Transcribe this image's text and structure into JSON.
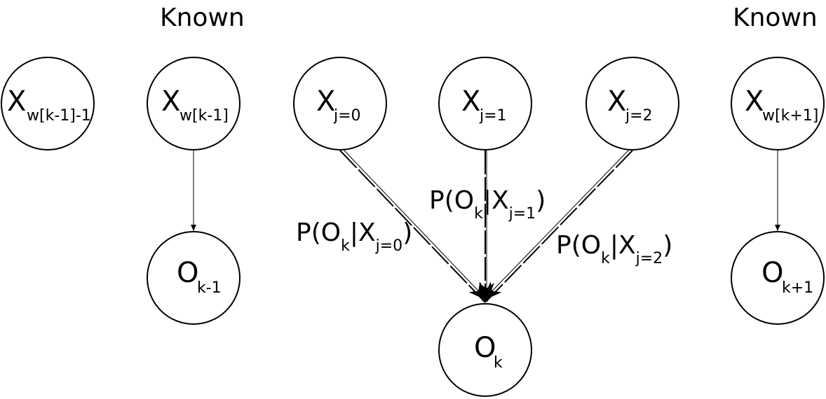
{
  "known_labels": [
    "Known",
    "Known"
  ],
  "nodes": {
    "x_prev_prev": {
      "main": "X",
      "sub": "w[k-1]-1"
    },
    "x_prev": {
      "main": "X",
      "sub": "w[k-1]"
    },
    "x_j0": {
      "main": "X",
      "sub": "j=0"
    },
    "x_j1": {
      "main": "X",
      "sub": "j=1"
    },
    "x_j2": {
      "main": "X",
      "sub": "j=2"
    },
    "x_next": {
      "main": "X",
      "sub": "w[k+1]"
    },
    "o_prev": {
      "main": "O",
      "sub": "k-1"
    },
    "o_k": {
      "main": "O",
      "sub": "k"
    },
    "o_next": {
      "main": "O",
      "sub": "k+1"
    }
  },
  "edge_labels": {
    "p0": {
      "prefix": "P(O",
      "sub1": "k",
      "mid": "|X",
      "sub2": "j=0",
      "suffix": ")"
    },
    "p1": {
      "prefix": "P(O",
      "sub1": "k",
      "mid": "|X",
      "sub2": "j=1",
      "suffix": ")"
    },
    "p2": {
      "prefix": "P(O",
      "sub1": "k",
      "mid": "|X",
      "sub2": "j=2",
      "suffix": ")"
    }
  }
}
